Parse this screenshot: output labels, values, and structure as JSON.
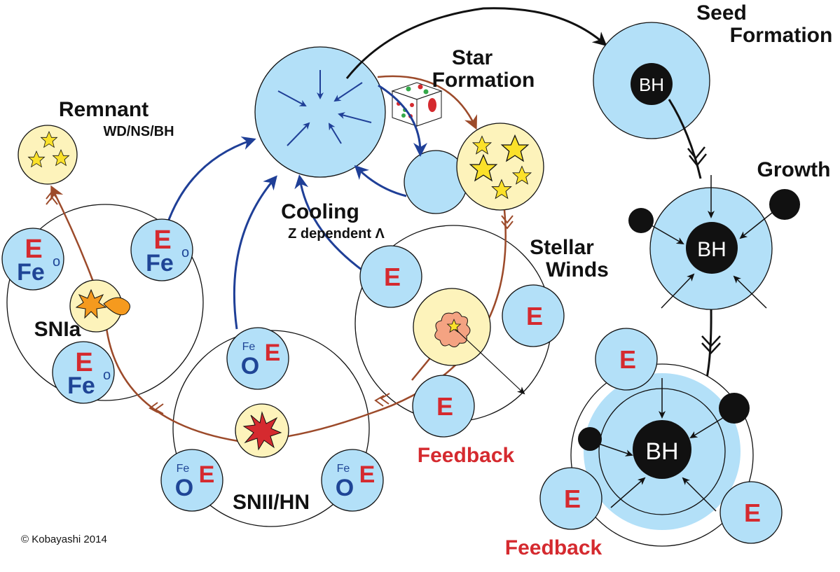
{
  "labels": {
    "star_formation_1": "Star",
    "star_formation_2": "Formation",
    "seed_formation_1": "Seed",
    "seed_formation_2": "Formation",
    "growth": "Growth",
    "remnant": "Remnant",
    "remnant_types": "WD/NS/BH",
    "cooling": "Cooling",
    "cooling_sub": "Z dependent Λ",
    "stellar_winds_1": "Stellar",
    "stellar_winds_2": "Winds",
    "snia": "SNIa",
    "snii": "SNII/HN",
    "feedback_stellar": "Feedback",
    "feedback_bh": "Feedback",
    "copyright": "© Kobayashi 2014"
  },
  "symbols": {
    "energy": "E",
    "oxygen_sub": "o",
    "iron": "Fe",
    "oxygen": "O",
    "black_hole": "BH"
  },
  "colors": {
    "gas_blue": "#b3e0f8",
    "star_yellow": "#fdf3bb",
    "energy_red": "#d52a2f",
    "metal_blue": "#1f4596",
    "flow_brown": "#9c4a2a",
    "cooling_blue": "#1f3f97",
    "black": "#111111"
  }
}
